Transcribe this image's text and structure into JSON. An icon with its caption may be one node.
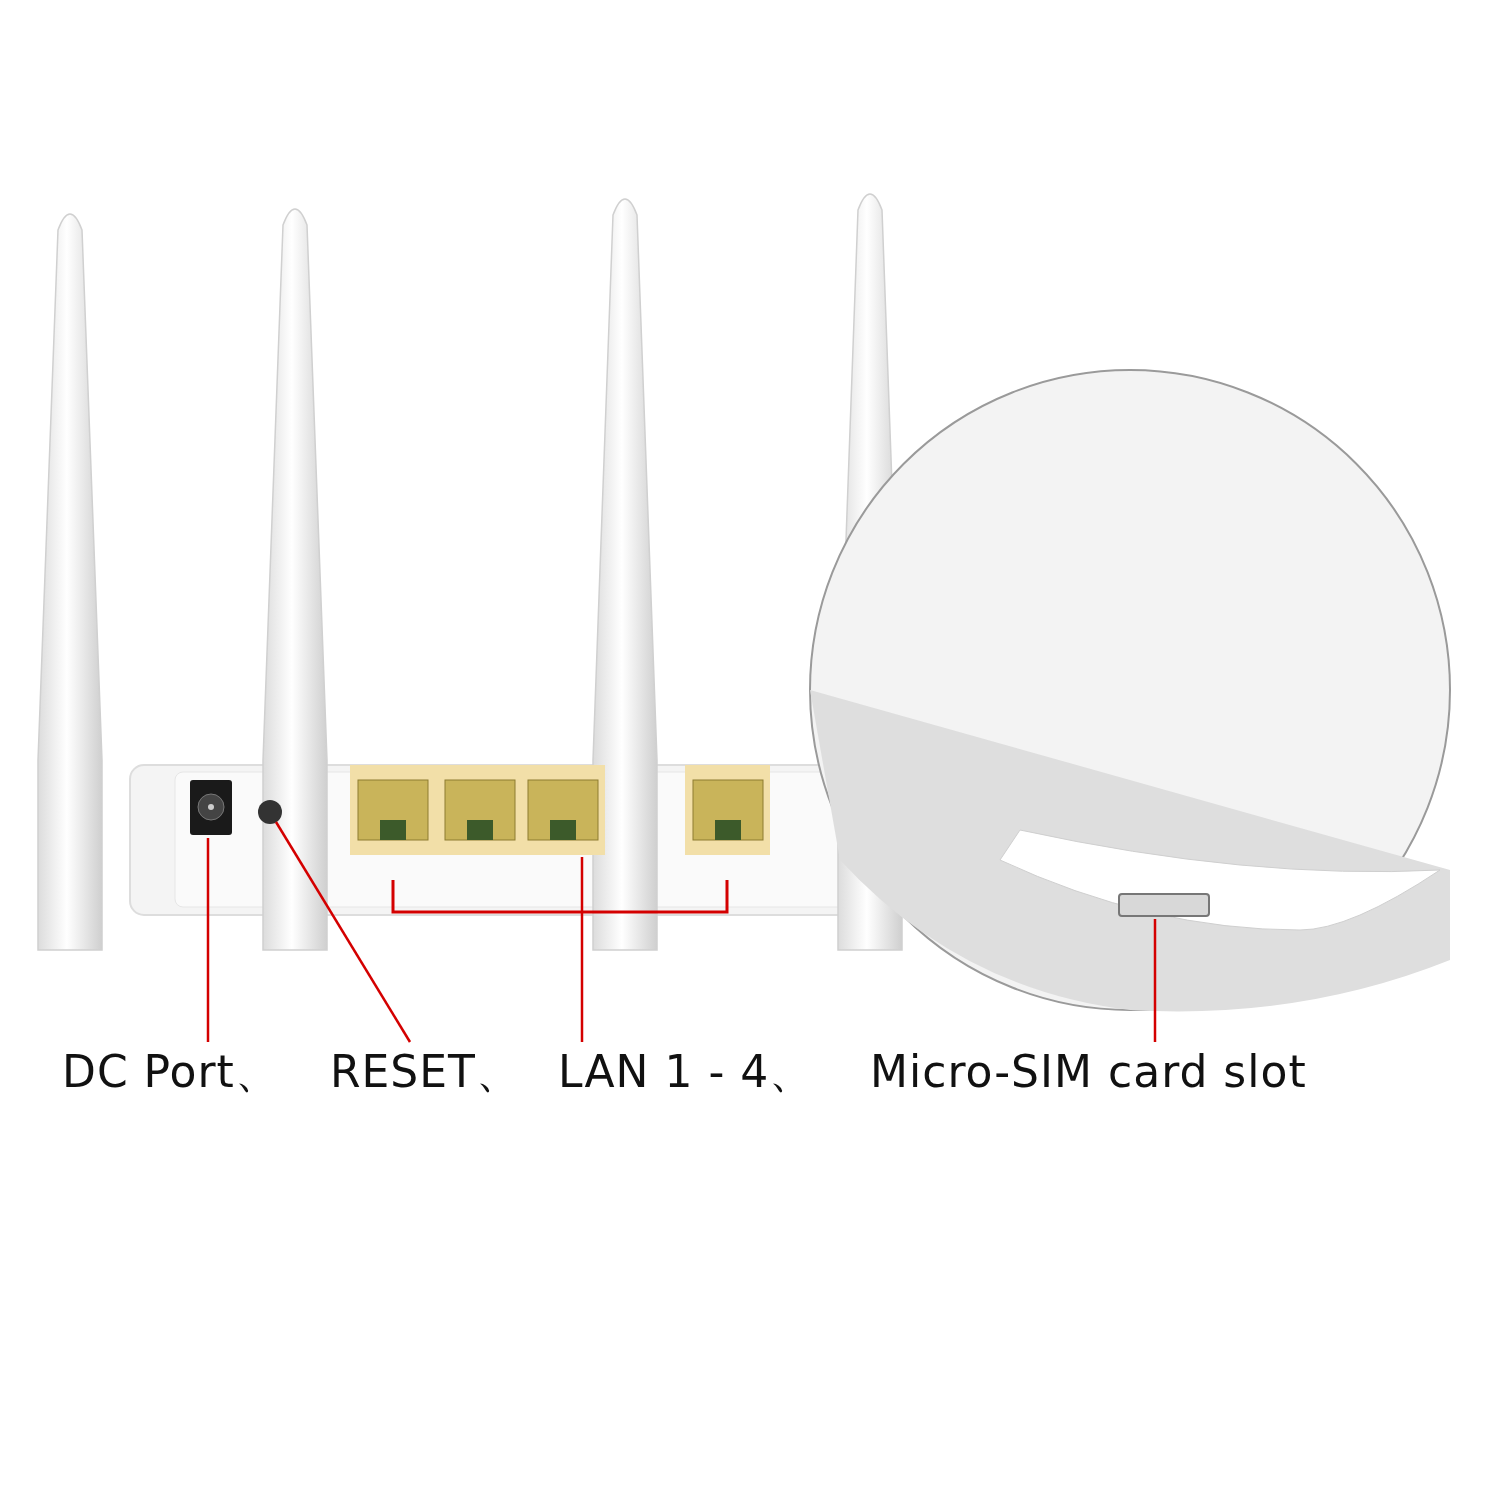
{
  "diagram": {
    "nodes": [
      {
        "text": [
          "DC Port、"
        ]
      },
      {
        "text": [
          "RESET、"
        ]
      },
      {
        "text": [
          "LAN 1 - 4、"
        ]
      },
      {
        "text": [
          "Micro-SIM card slot"
        ]
      },
      {
        "text": [],
        "shape": "box"
      },
      {
        "text": [],
        "shape": "circle"
      },
      {
        "text": [],
        "shape": "box"
      },
      {
        "text": [],
        "shape": "box"
      }
    ],
    "edges": [
      {
        "from": 0,
        "to": 4,
        "arrow": "none"
      },
      {
        "from": 1,
        "to": 5,
        "arrow": "none"
      },
      {
        "from": 2,
        "to": 6,
        "arrow": "none"
      },
      {
        "from": 3,
        "to": 7,
        "arrow": "none"
      }
    ]
  }
}
